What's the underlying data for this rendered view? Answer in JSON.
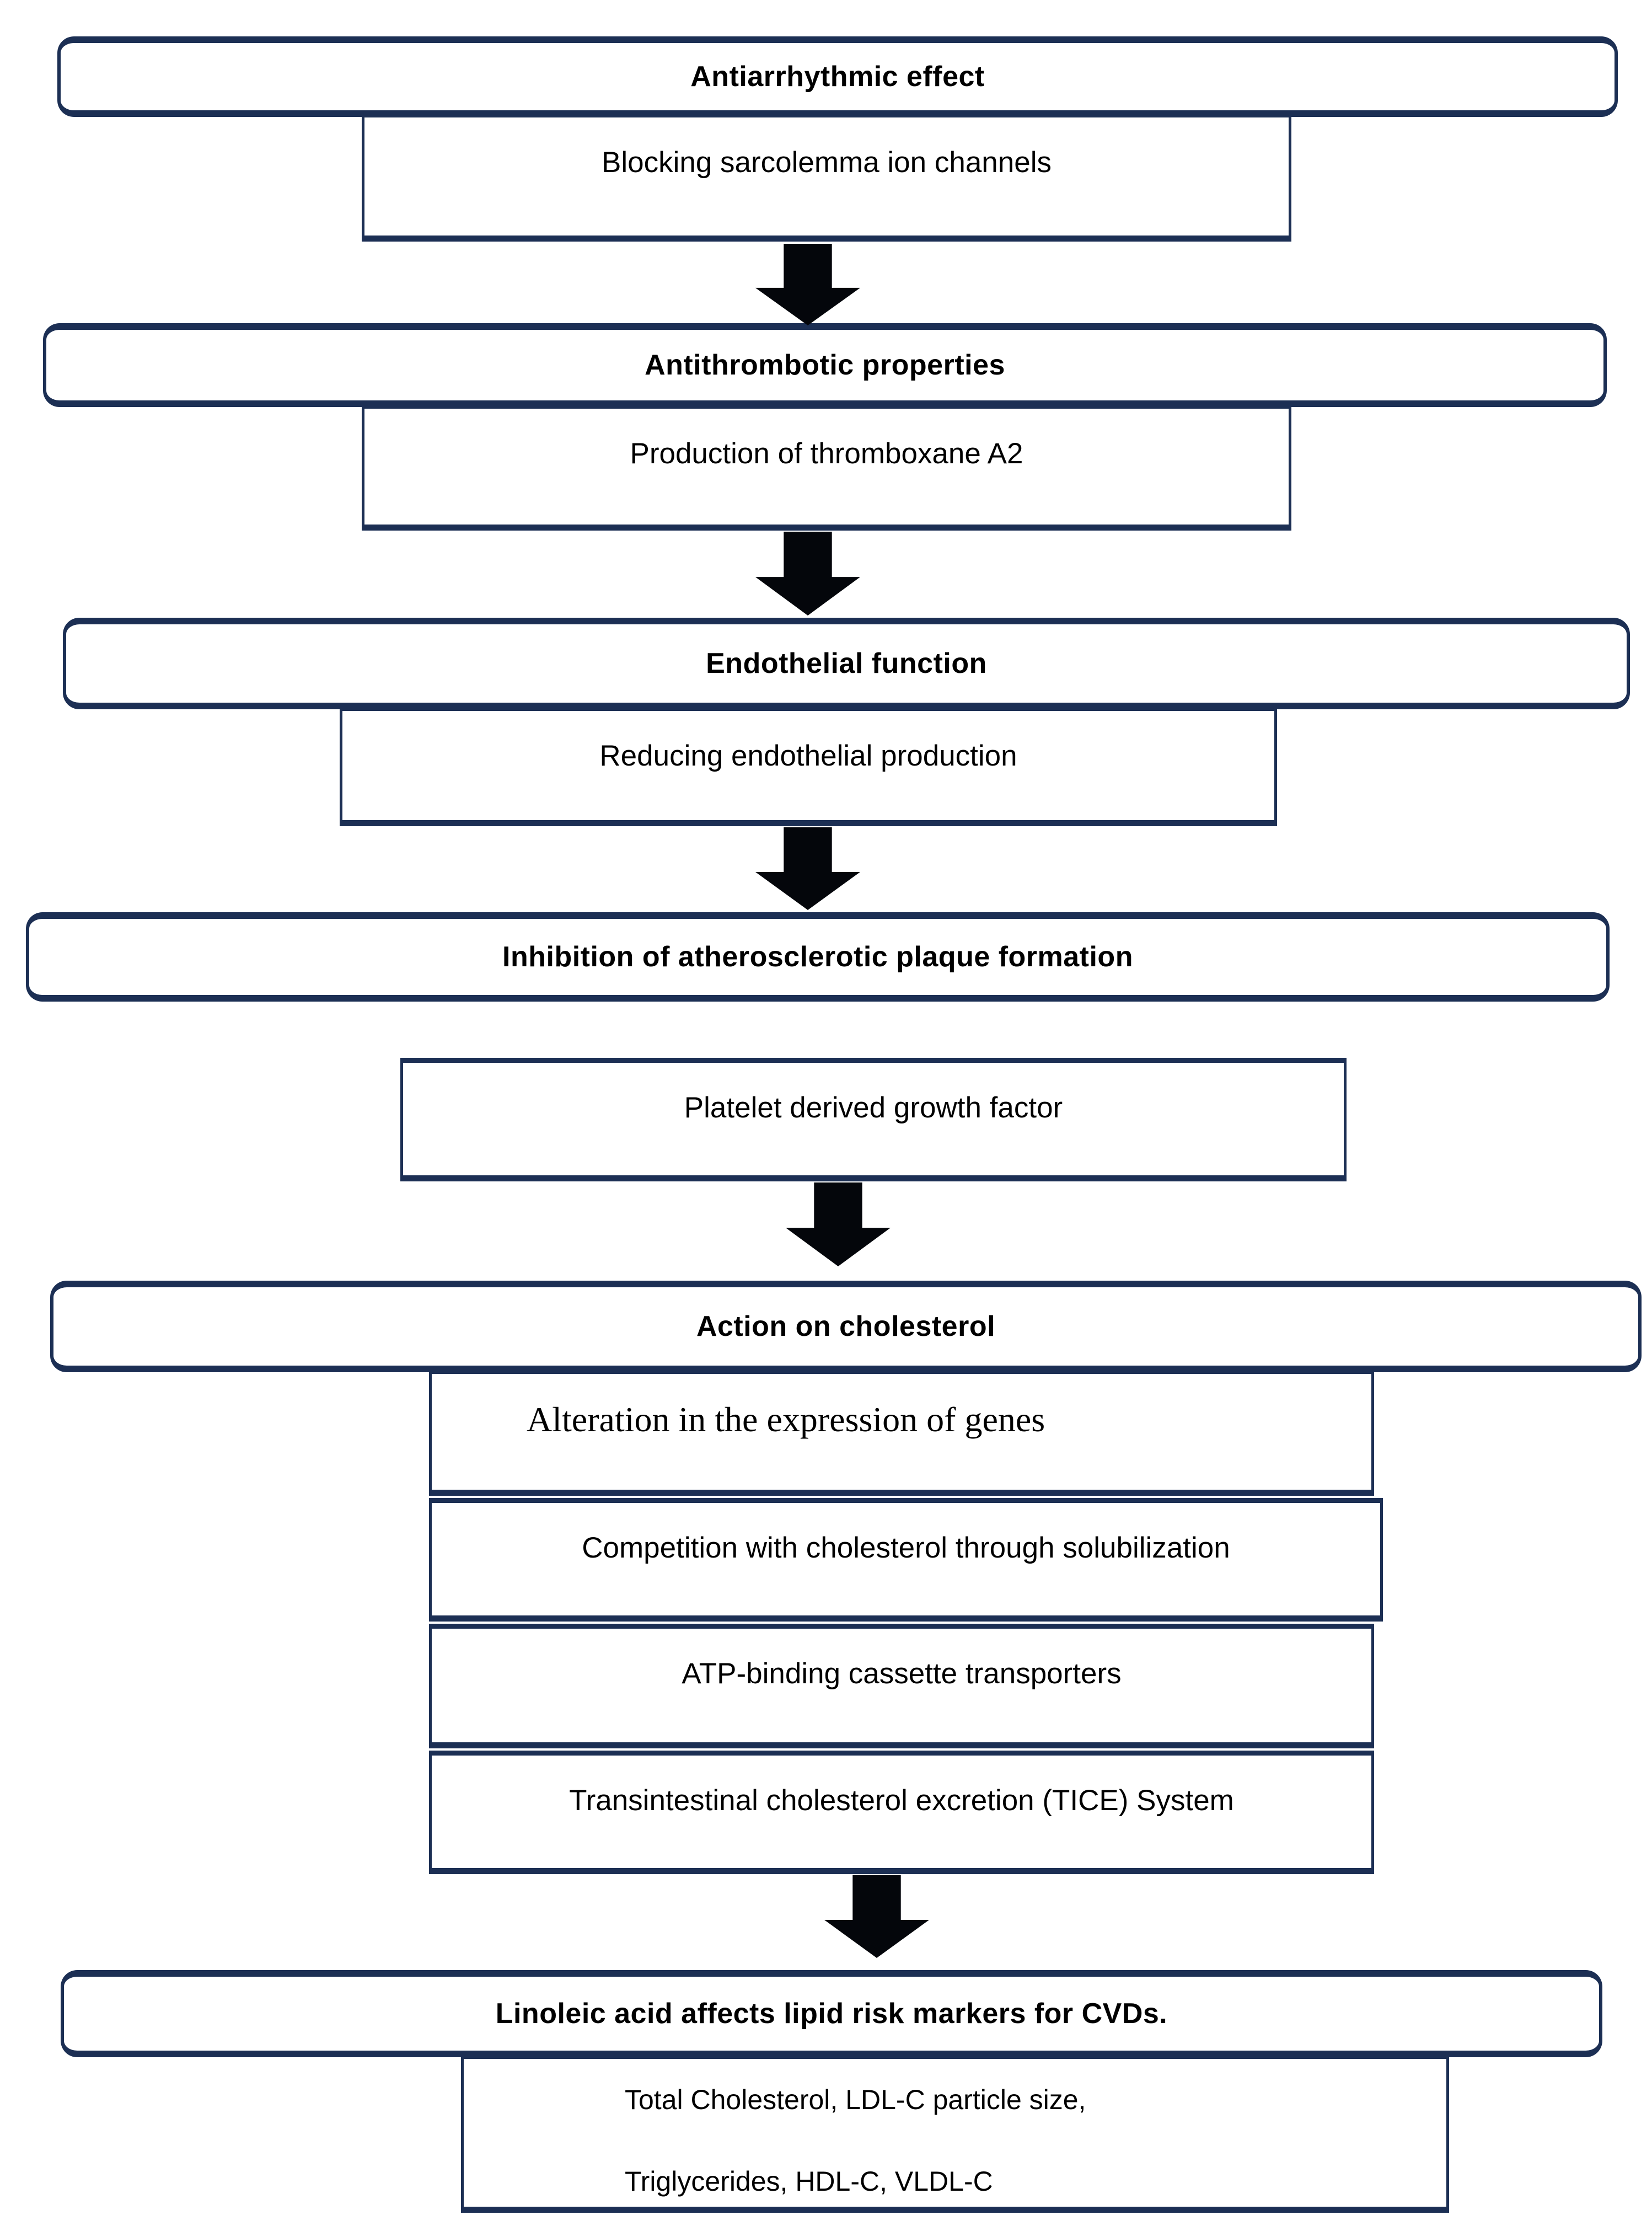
{
  "sections": [
    {
      "title": "Antiarrhythmic effect",
      "detail": "Blocking sarcolemma ion channels"
    },
    {
      "title": "Antithrombotic properties",
      "detail": "Production of thromboxane A2"
    },
    {
      "title": "Endothelial function",
      "detail": "Reducing endothelial production"
    },
    {
      "title": "Inhibition of atherosclerotic plaque formation",
      "detail": "Platelet derived growth factor"
    },
    {
      "title": "Action on cholesterol",
      "details": [
        "Alteration in the expression of genes",
        "Competition with cholesterol through solubilization",
        "ATP-binding cassette transporters",
        "Transintestinal cholesterol excretion (TICE) System"
      ]
    },
    {
      "title": "Linoleic acid affects lipid risk markers for CVDs.",
      "details": [
        "Total Cholesterol, LDL-C particle size,",
        "Triglycerides, HDL-C, VLDL-C"
      ]
    }
  ],
  "colors": {
    "box_border": "#1c2f54",
    "arrow": "#04060b",
    "text": "#000000",
    "background": "#ffffff"
  }
}
